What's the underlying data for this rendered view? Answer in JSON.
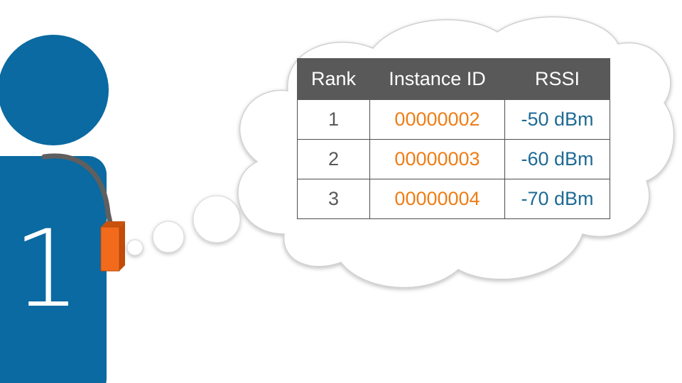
{
  "person": {
    "label": "1"
  },
  "table": {
    "headers": [
      "Rank",
      "Instance ID",
      "RSSI"
    ],
    "rows": [
      {
        "rank": "1",
        "instance_id": "00000002",
        "rssi": "-50 dBm"
      },
      {
        "rank": "2",
        "instance_id": "00000003",
        "rssi": "-60 dBm"
      },
      {
        "rank": "3",
        "instance_id": "00000004",
        "rssi": "-70 dBm"
      }
    ]
  },
  "colors": {
    "person": "#0a6aa1",
    "device": "#f26b1d",
    "header_bg": "#595959",
    "instance_id": "#ef7d16",
    "rssi": "#1e6a95"
  }
}
